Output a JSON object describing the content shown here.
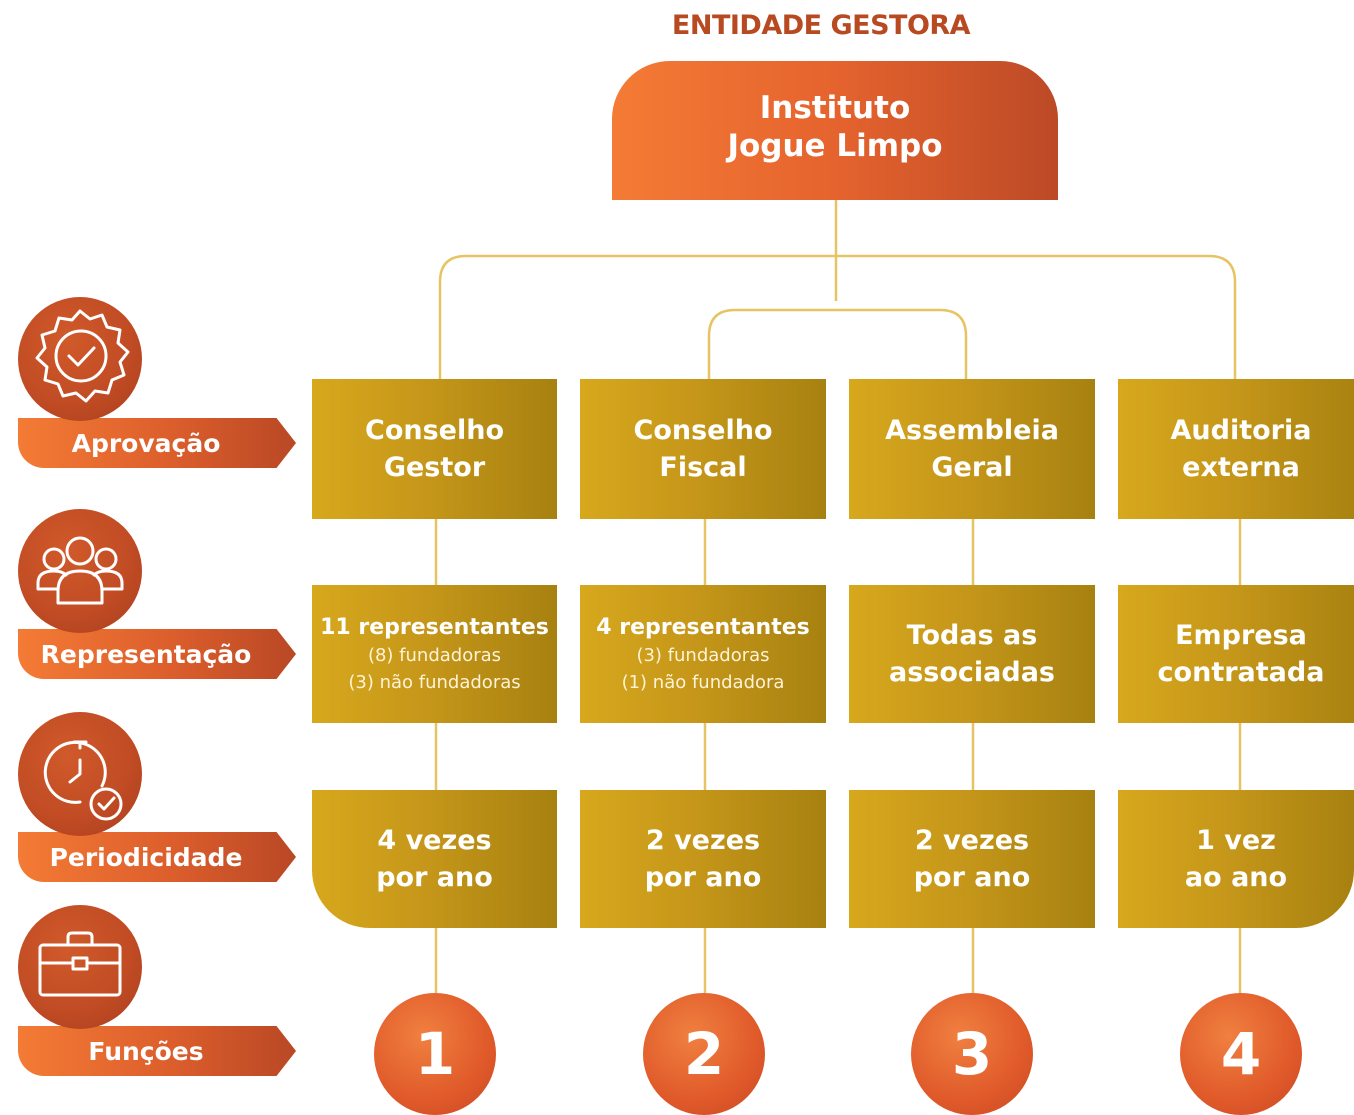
{
  "header": {
    "title": "ENTIDADE GESTORA"
  },
  "root": {
    "line1": "Instituto",
    "line2": "Jogue Limpo"
  },
  "row_labels": {
    "approval": "Aprovação",
    "representation": "Representação",
    "periodicity": "Periodicidade",
    "functions": "Funções"
  },
  "columns": [
    {
      "body": [
        "Conselho",
        "Gestor"
      ],
      "representation": {
        "main": "11 representantes",
        "sub1": "(8) fundadoras",
        "sub2": "(3) não fundadoras"
      },
      "periodicity": [
        "4 vezes",
        "por ano"
      ],
      "number": "1"
    },
    {
      "body": [
        "Conselho",
        "Fiscal"
      ],
      "representation": {
        "main": "4 representantes",
        "sub1": "(3) fundadoras",
        "sub2": "(1) não fundadora"
      },
      "periodicity": [
        "2 vezes",
        "por ano"
      ],
      "number": "2"
    },
    {
      "body": [
        "Assembleia",
        "Geral"
      ],
      "representation": {
        "big1": "Todas as",
        "big2": "associadas"
      },
      "periodicity": [
        "2 vezes",
        "por ano"
      ],
      "number": "3"
    },
    {
      "body": [
        "Auditoria",
        "externa"
      ],
      "representation": {
        "big1": "Empresa",
        "big2": "contratada"
      },
      "periodicity": [
        "1 vez",
        "ao ano"
      ],
      "number": "4"
    }
  ],
  "icons": {
    "approval": "approval-seal-icon",
    "representation": "group-people-icon",
    "periodicity": "clock-check-icon",
    "functions": "briefcase-icon"
  },
  "colors": {
    "orange_accent": "#e5632e",
    "gold": "#c6971a",
    "connector": "#e6c463",
    "title": "#b84a22"
  }
}
